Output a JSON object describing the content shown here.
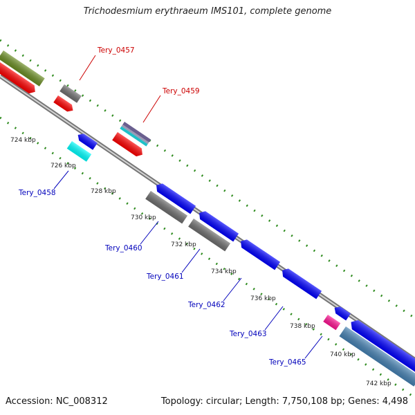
{
  "title": "Trichodesmium erythraeum IMS101, complete genome",
  "footer": {
    "accession": "Accession: NC_008312",
    "summary": "Topology: circular; Length: 7,750,108 bp; Genes: 4,498"
  },
  "colors": {
    "backbone": "#8a8a8a",
    "dots": "#2e8b1e",
    "top_label": "#cc0000",
    "bottom_label": "#0000bb"
  },
  "ticks": [
    {
      "label": "724 kbp"
    },
    {
      "label": "726 kbp"
    },
    {
      "label": "728 kbp"
    },
    {
      "label": "730 kbp"
    },
    {
      "label": "732 kbp"
    },
    {
      "label": "734 kbp"
    },
    {
      "label": "736 kbp"
    },
    {
      "label": "738 kbp"
    },
    {
      "label": "740 kbp"
    },
    {
      "label": "742 kbp"
    }
  ],
  "gene_labels": {
    "top": [
      "Tery_0457",
      "Tery_0459"
    ],
    "bottom": [
      "Tery_0458",
      "Tery_0460",
      "Tery_0461",
      "Tery_0462",
      "Tery_0463",
      "Tery_0465"
    ]
  }
}
